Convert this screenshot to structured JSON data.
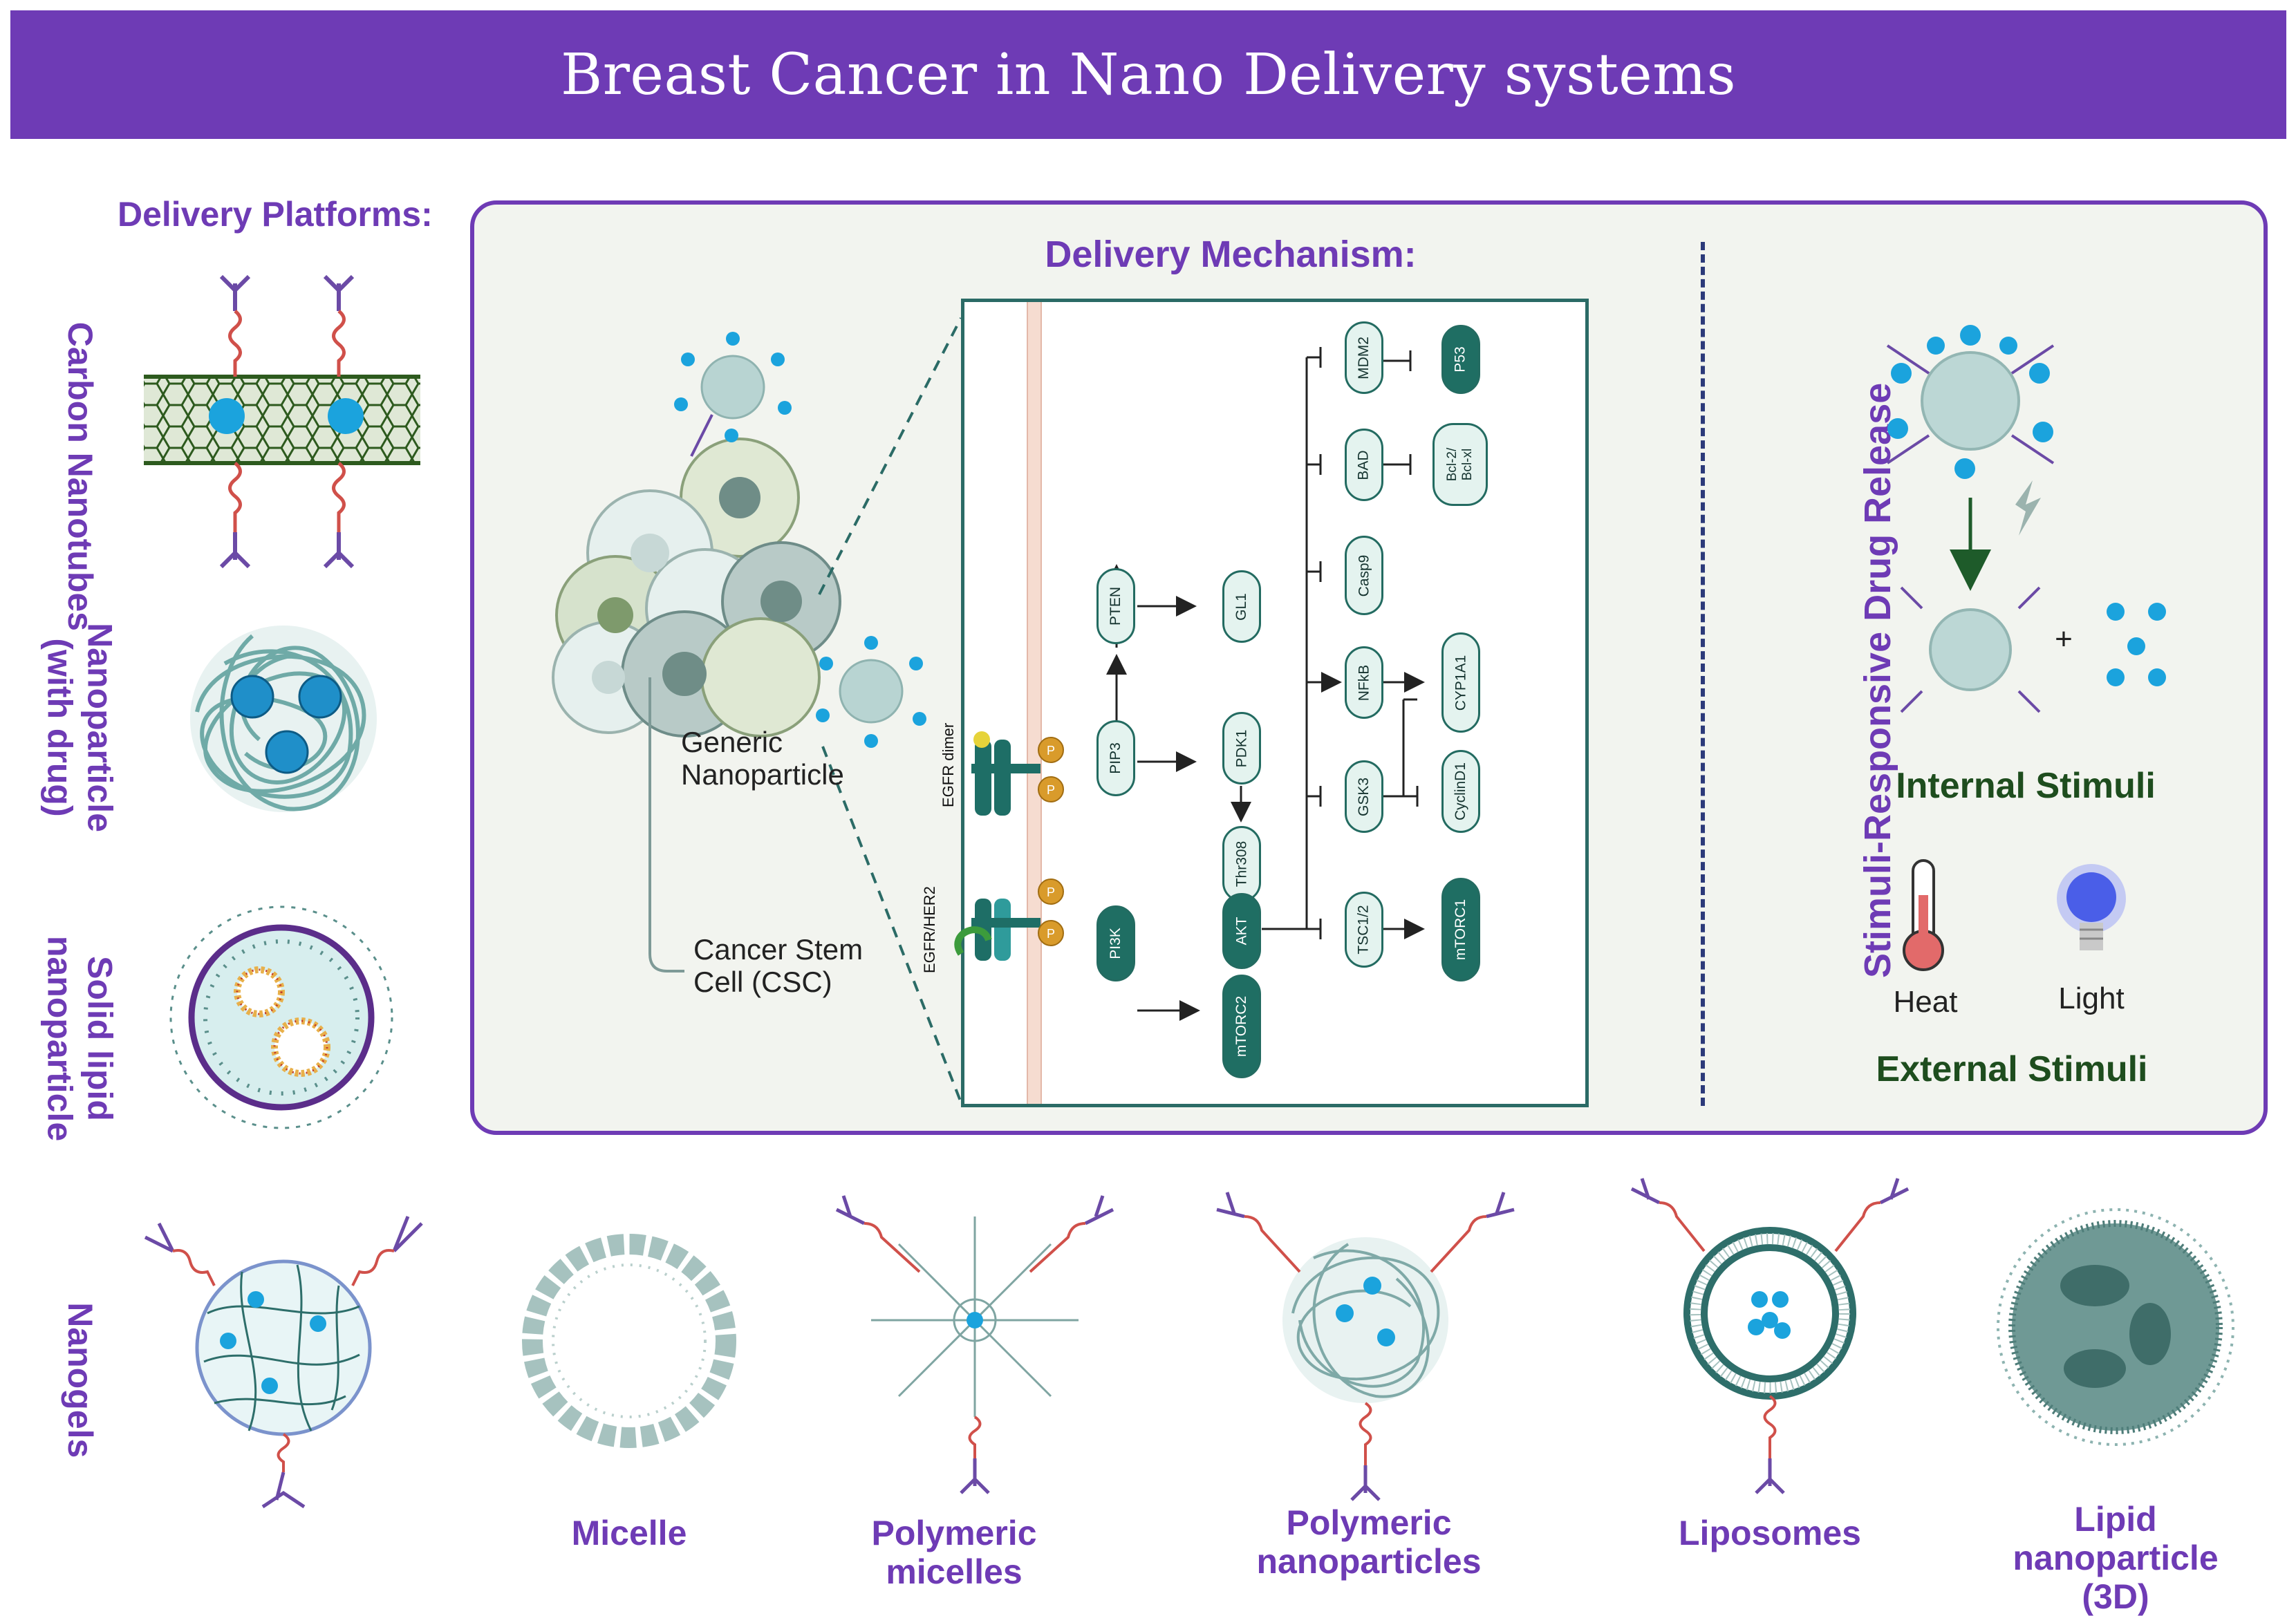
{
  "title": "Breast Cancer in Nano Delivery systems",
  "sections": {
    "delivery_platforms": "Delivery Platforms:",
    "delivery_mechanism": "Delivery Mechanism:",
    "stimuli_release": "Stimuli-Responsive Drug Release"
  },
  "platforms": {
    "carbon": "Carbon Nanotubes",
    "nanoparticle": "Nanoparticle (with drug)",
    "solid_lipid": "Solid lipid nanoparticle",
    "nanogels": "Nanogels",
    "micelle": "Micelle",
    "polymeric_micelles": "Polymeric micelles",
    "polymeric_np": "Polymeric nanoparticles",
    "liposomes": "Liposomes",
    "lipid_np": "Lipid nanoparticle (3D)"
  },
  "mechanism": {
    "generic_np": "Generic Nanoparticle",
    "csc": "Cancer Stem Cell (CSC)",
    "egfr_dimer": "EGFR dimer",
    "egfr_her2": "EGFR/HER2",
    "p": "P"
  },
  "nodes": {
    "pten": "PTEN",
    "pip3": "PIP3",
    "pi3k": "PI3K",
    "gl1": "GL1",
    "pdk1": "PDK1",
    "thr308": "Thr308",
    "akt": "AKT",
    "mtorc2": "mTORC2",
    "mdm2": "MDM2",
    "bad": "BAD",
    "casp9": "Casp9",
    "nfkb": "NFkB",
    "gsk3": "GSK3",
    "tsc12": "TSC1/2",
    "p53": "P53",
    "bcl": "Bcl-2/ Bcl-xl",
    "cyp1a1": "CYP1A1",
    "cyclind1": "CyclinD1",
    "mtorc1": "mTORC1"
  },
  "stimuli": {
    "internal": "Internal Stimuli",
    "external": "External Stimuli",
    "heat": "Heat",
    "light": "Light",
    "plus": "+"
  },
  "colors": {
    "banner": "#6e3bb5",
    "teal": "#1f6e63",
    "drug": "#1ba3dd"
  }
}
